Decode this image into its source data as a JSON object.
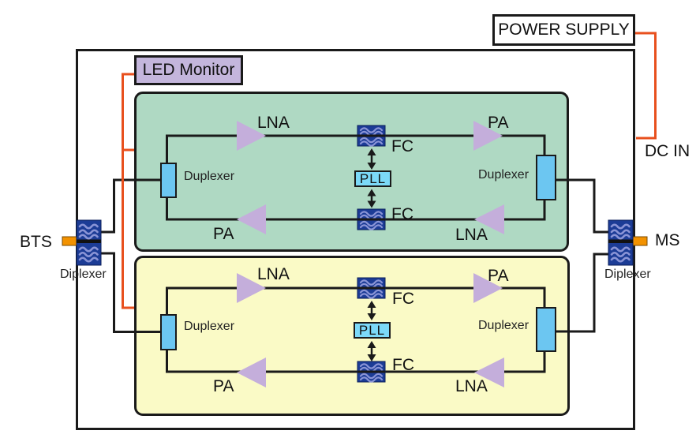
{
  "labels": {
    "power_supply": "POWER SUPPLY",
    "dc_in": "DC IN",
    "led_monitor": "LED Monitor",
    "bts": "BTS",
    "ms": "MS",
    "bts_diplexer": "Diplexer",
    "ms_diplexer": "Diplexer"
  },
  "modules": [
    {
      "id": "band-module-1",
      "labels": {
        "lna_forward": "LNA",
        "pa_forward": "PA",
        "fc_upper": "FC",
        "pll": "PLL",
        "fc_lower": "FC",
        "pa_reverse": "PA",
        "lna_reverse": "LNA",
        "duplexer_left": "Duplexer",
        "duplexer_right": "Duplexer"
      }
    },
    {
      "id": "band-module-2",
      "labels": {
        "lna_forward": "LNA",
        "pa_forward": "PA",
        "fc_upper": "FC",
        "pll": "PLL",
        "fc_lower": "FC",
        "pa_reverse": "PA",
        "lna_reverse": "LNA",
        "duplexer_left": "Duplexer",
        "duplexer_right": "Duplexer"
      }
    }
  ],
  "colors": {
    "module1_fill": "#afd9c3",
    "module2_fill": "#fafac6",
    "led_monitor_fill": "#c4b6dc",
    "amplifier_fill": "#c4aedb",
    "duplexer_fill": "#6cc6f1",
    "pll_fill": "#7cd9f8",
    "filter_fill": "#1c3c96",
    "filter_wave": "#8a94d6",
    "power_wire": "#e8501e",
    "rf_connector": "#f39200",
    "signal_wire": "#1a1a1a"
  }
}
